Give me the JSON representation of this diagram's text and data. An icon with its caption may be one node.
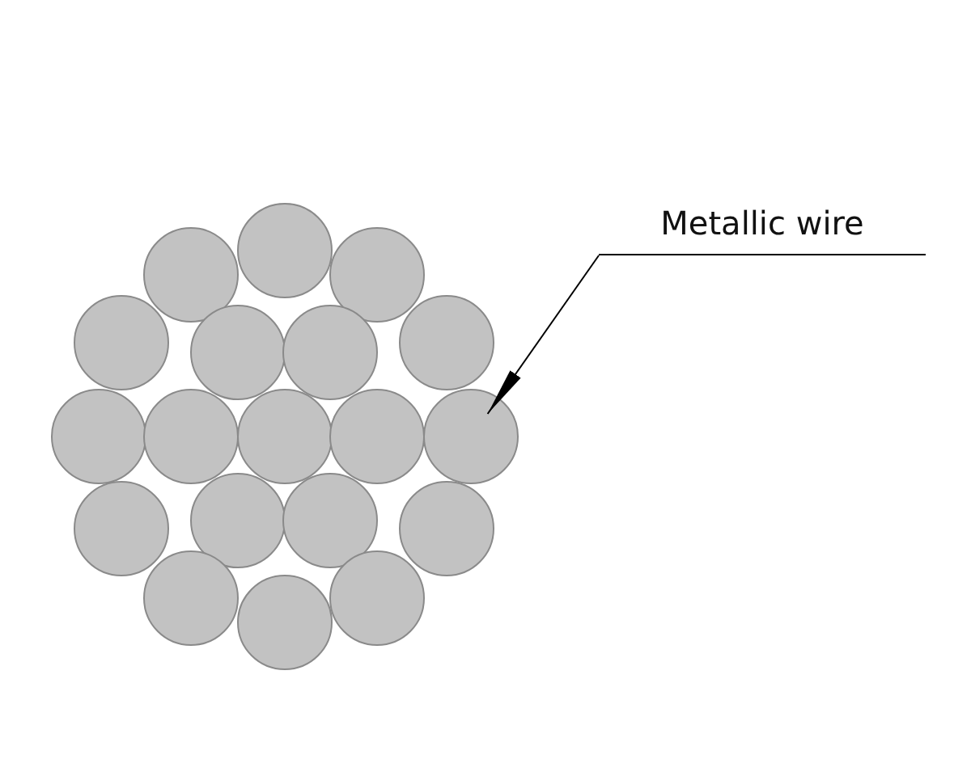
{
  "diagram": {
    "nodes": [
      {
        "text": [
          "Metallic wire"
        ]
      },
      {
        "text": [],
        "shape": "circle"
      }
    ],
    "edges": [
      {
        "from": 0,
        "to": 1,
        "arrow": "to"
      }
    ]
  }
}
